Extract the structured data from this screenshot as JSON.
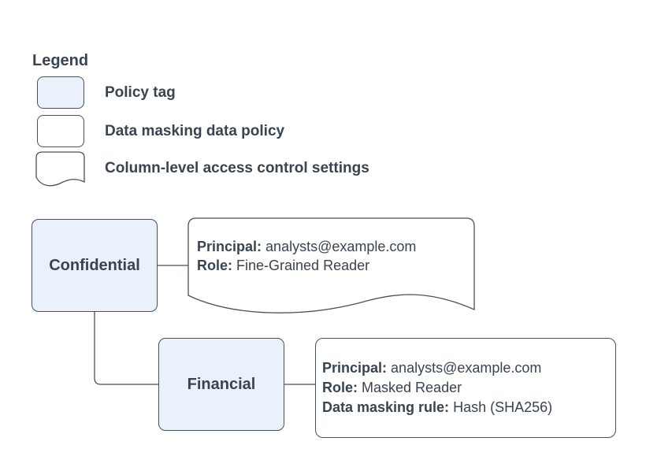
{
  "colors": {
    "background": "#ffffff",
    "policy_tag_fill": "#eaf1fb",
    "node_stroke": "#46505f",
    "text_color": "#3a4350"
  },
  "legend": {
    "title": "Legend",
    "policy_tag": {
      "label": "Policy tag"
    },
    "data_policy": {
      "label": "Data masking data policy"
    },
    "column_access": {
      "label": "Column-level access control settings"
    }
  },
  "nodes": {
    "confidential": {
      "label": "Confidential"
    },
    "financial": {
      "label": "Financial"
    },
    "access_settings": {
      "line1": {
        "label": "Principal:",
        "value": "analysts@example.com"
      },
      "line2": {
        "label": "Role:",
        "value": "Fine-Grained Reader"
      }
    },
    "masking_policy": {
      "line1": {
        "label": "Principal:",
        "value": "analysts@example.com"
      },
      "line2": {
        "label": "Role:",
        "value": "Masked Reader"
      },
      "line3": {
        "label": "Data masking rule:",
        "value": "Hash (SHA256)"
      }
    }
  }
}
